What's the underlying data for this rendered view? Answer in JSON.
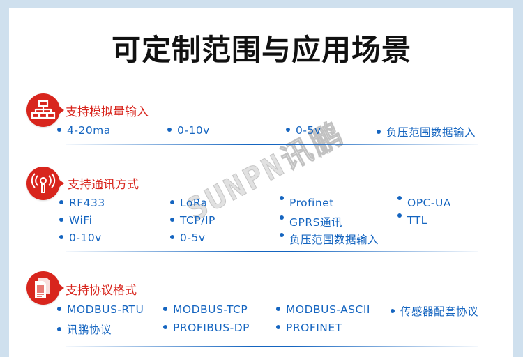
{
  "page": {
    "title": "可定制范围与应用场景",
    "watermark": "SUNPN讯鹏",
    "colors": {
      "background": "#cfe0ee",
      "panel": "#ffffff",
      "accent_red": "#d8251d",
      "item_blue": "#1565c0"
    }
  },
  "sections": [
    {
      "icon": "network-hierarchy-icon",
      "title": "支持模拟量输入",
      "items": [
        "4-20ma",
        "0-10v",
        "0-5v",
        "负压范围数据输入"
      ]
    },
    {
      "icon": "wireless-antenna-icon",
      "title": "支持通讯方式",
      "items": [
        "RF433",
        "LoRa",
        "Profinet",
        "OPC-UA",
        "WiFi",
        "TCP/IP",
        "GPRS通讯",
        "TTL",
        "0-10v",
        "0-5v",
        "负压范围数据输入"
      ]
    },
    {
      "icon": "documents-icon",
      "title": "支持协议格式",
      "items": [
        "MODBUS-RTU",
        "MODBUS-TCP",
        "MODBUS-ASCII",
        "传感器配套协议",
        "讯鹏协议",
        "PROFIBUS-DP",
        "PROFINET"
      ]
    }
  ]
}
